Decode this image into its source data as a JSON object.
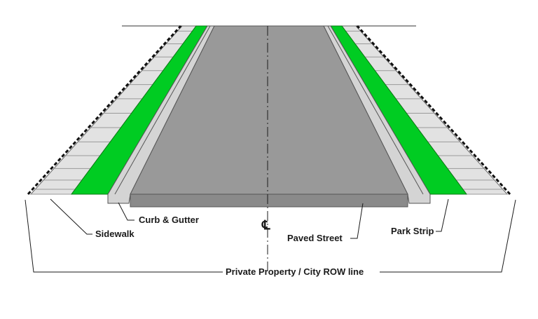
{
  "labels": {
    "curb_gutter": "Curb & Gutter",
    "sidewalk": "Sidewalk",
    "paved_street": "Paved Street",
    "park_strip": "Park Strip",
    "row_line": "Private Property / City ROW line",
    "centerline": "℄"
  },
  "colors": {
    "street": "#999999",
    "street_edge": "#8a8a8a",
    "park_strip": "#00cc22",
    "sidewalk": "#e2e2e2",
    "curb": "#d4d4d4",
    "outline": "#555555",
    "line": "#1a1a1a"
  }
}
